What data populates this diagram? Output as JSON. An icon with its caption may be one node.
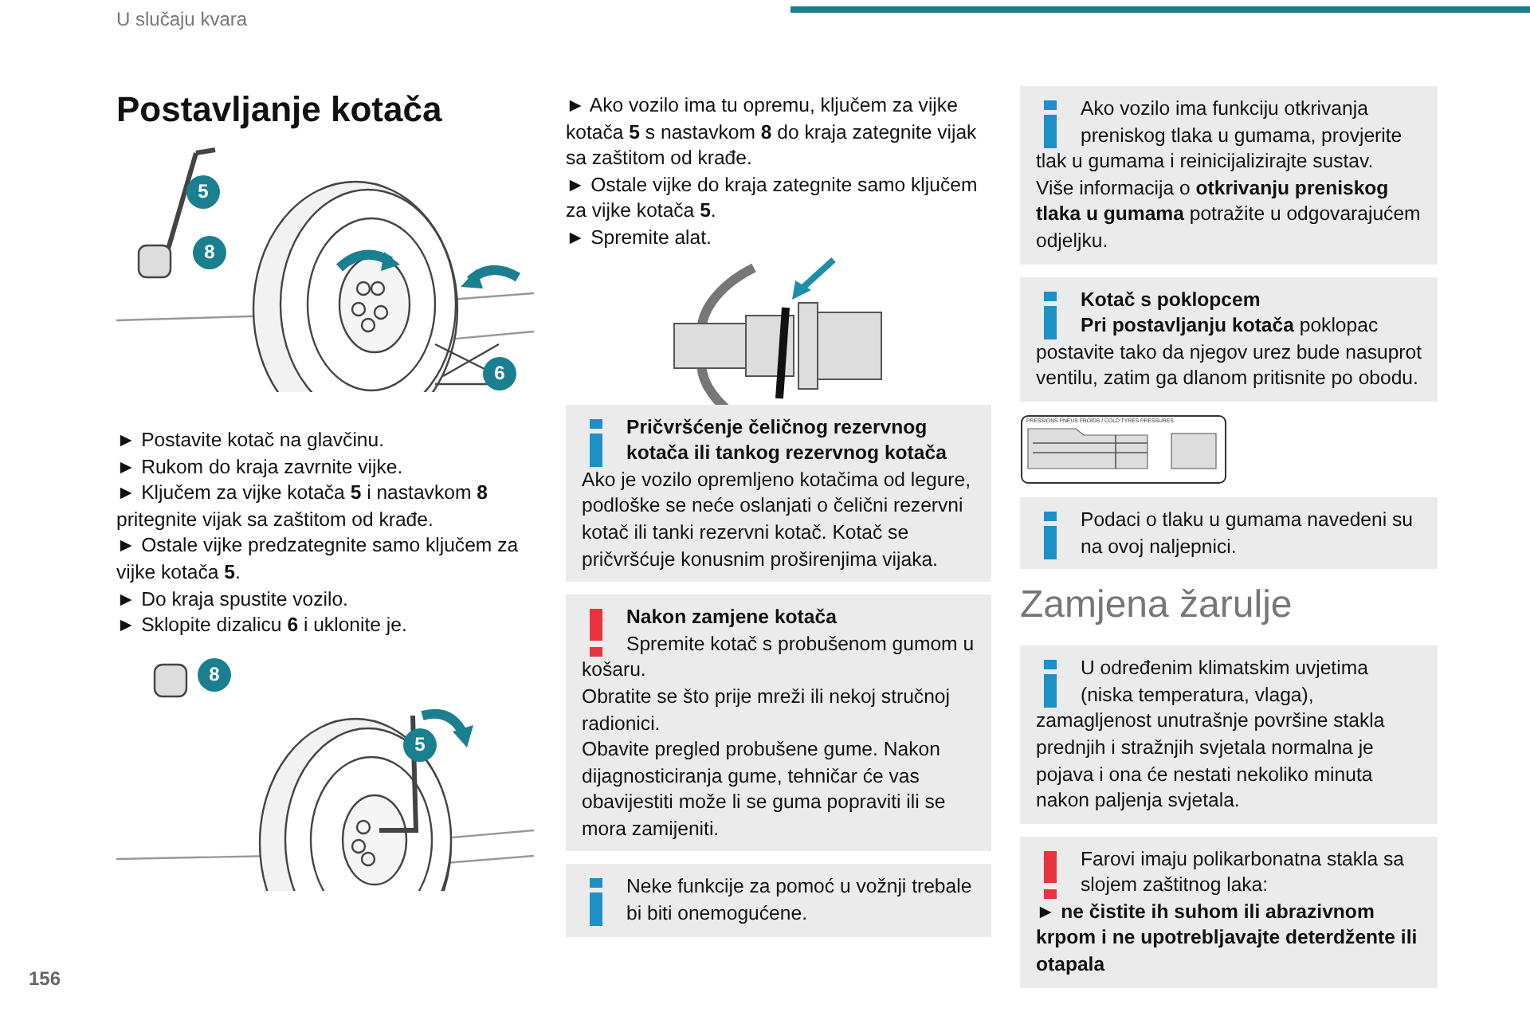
{
  "diagram": {
    "title": "Postavljanje kotača",
    "labels": [
      "U slučaju kvara",
      "5",
      "8",
      "6",
      "► Postavite kotač na glavčinu.",
      "► Rukom do kraja zavrnite vijke.",
      "► Ključem za vijke kotača **5** i nastavkom **8** pritegnite vijak sa zaštitom od krađe.",
      "► Ostale vijke predzategnite samo ključem za vijke kotača **5**.",
      "► Do kraja spustite vozilo.",
      "► Sklopite dizalicu **6** i uklonite je.",
      "8",
      "5",
      "► Ako vozilo ima tu opremu, ključem za vijke kotača **5** s nastavkom **8** do kraja zategnite vijak sa zaštitom od krađe.",
      "► Ostale vijke do kraja zategnite samo ključem za vijke kotača **5**.",
      "► Spremite alat.",
      "Pričvršćenje čeličnog rezervnog kotača ili tankog rezervnog kotača",
      "Ako je vozilo opremljeno kotačima od legure, podloške se neće oslanjati o čelični rezervni kotač ili tanki rezervni kotač. Kotač se pričvršćuje konusnim proširenjima vijaka.",
      "Nakon zamjene kotača",
      "Spremite kotač s probušenom gumom u košaru.",
      "Obratite se što prije mreži ili nekoj stručnoj radionici.",
      "Obavite pregled probušene gume. Nakon dijagnosticiranja gume, tehničar će vas obavijestiti može li se guma popraviti ili se mora zamijeniti.",
      "Neke funkcije za pomoć u vožnji trebale bi biti onemogućene.",
      "Ako vozilo ima funkciju otkrivanja preniskog tlaka u gumama, provjerite tlak u gumama i reinicijalizirajte sustav.",
      "Više informacija o **otkrivanju preniskog tlaka u gumama** potražite u odgovarajućem odjeljku.",
      "Kotač s poklopcem",
      "**Pri postavljanju kotača** poklopac postavite tako da njegov urez bude nasuprot ventilu, zatim ga dlanom pritisnite po obodu.",
      "PRESSIONS PNEUS FROIDS / COLD TYRES PRESSURES",
      "Podaci o tlaku u gumama navedeni su na ovoj naljepnici.",
      "Zamjena žarulje",
      "U određenim klimatskim uvjetima (niska temperatura, vlaga), zamagljenost unutrašnje površine stakla prednjih i stražnjih svjetala normalna je pojava i ona će nestati nekoliko minuta nakon paljenja svjetala.",
      "Farovi imaju polikarbonatna stakla sa slojem zaštitnog laka:",
      "► ne čistite ih suhom ili abrazivnom krpom i ne upotrebljavajte deterdžente ili otapala",
      "156"
    ]
  }
}
